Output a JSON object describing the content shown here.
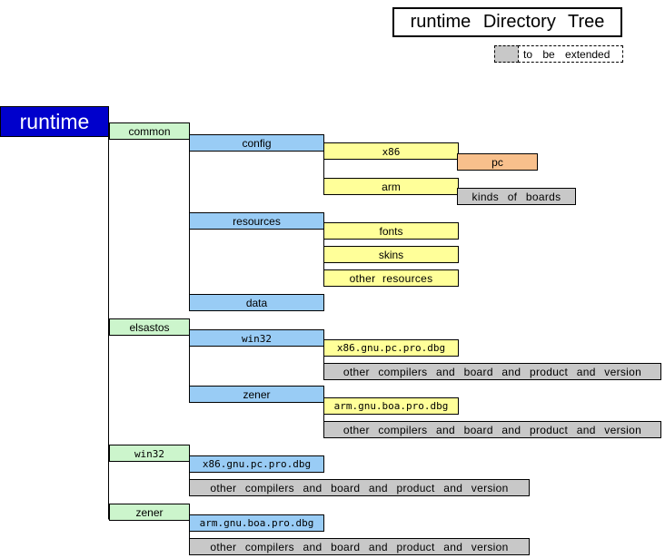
{
  "title": "runtime  Directory  Tree",
  "legend": {
    "label": "to  be  extended"
  },
  "colors": {
    "root": "#0000cc",
    "level1": "#ccf5cc",
    "level2": "#99ccf5",
    "level3": "#ffff99",
    "level4": "#f8c08c",
    "to_be_extended": "#c8c8c8"
  },
  "tree": {
    "root": "runtime",
    "common": {
      "label": "common",
      "config": {
        "label": "config",
        "x86": {
          "label": "x86",
          "pc": "pc"
        },
        "arm": {
          "label": "arm",
          "kinds_of_boards": "kinds  of  boards"
        }
      },
      "resources": {
        "label": "resources",
        "fonts": "fonts",
        "skins": "skins",
        "other_resources": "other  resources"
      },
      "data": "data"
    },
    "elsastos": {
      "label": "elsastos",
      "win32": {
        "label": "win32",
        "build": "x86.gnu.pc.pro.dbg",
        "other": "other  compilers  and  board  and  product  and  version"
      },
      "zener": {
        "label": "zener",
        "build": "arm.gnu.boa.pro.dbg",
        "other": "other  compilers  and  board  and  product  and  version"
      }
    },
    "win32": {
      "label": "win32",
      "build": "x86.gnu.pc.pro.dbg",
      "other": "other  compilers  and  board  and  product  and  version"
    },
    "zener": {
      "label": "zener",
      "build": "arm.gnu.boa.pro.dbg",
      "other": "other  compilers  and  board  and  product  and  version"
    }
  }
}
